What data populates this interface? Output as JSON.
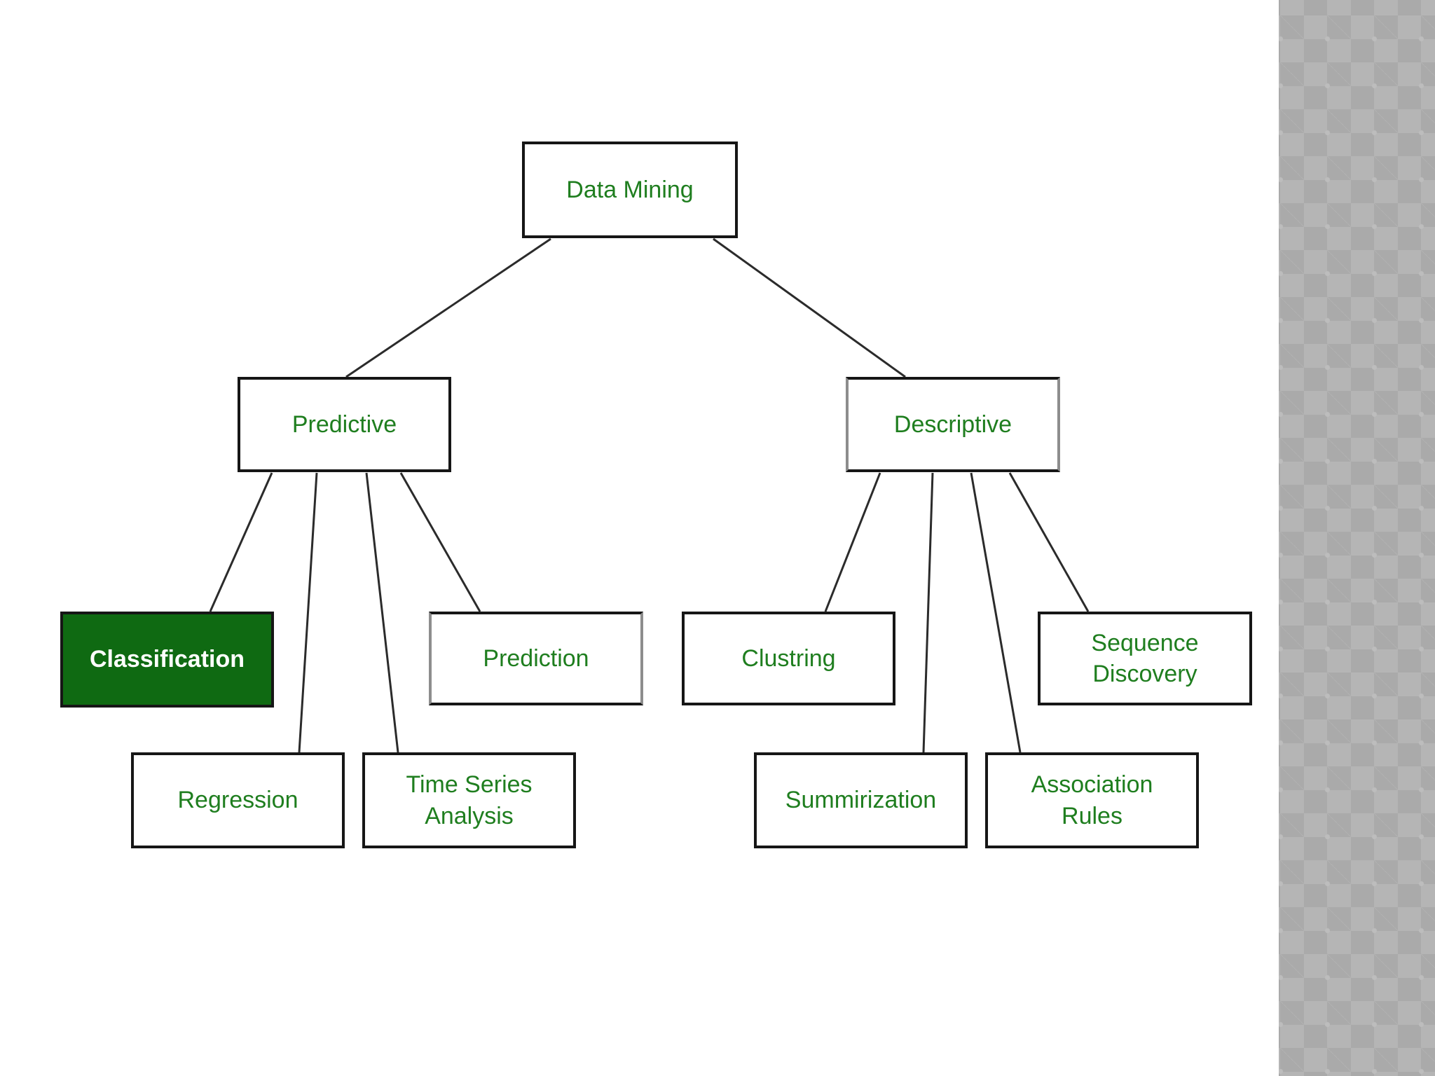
{
  "nodes": {
    "data_mining": {
      "label": "Data Mining"
    },
    "predictive": {
      "label": "Predictive"
    },
    "descriptive": {
      "label": "Descriptive"
    },
    "classification": {
      "label": "Classification",
      "highlighted": true
    },
    "regression": {
      "label": "Regression"
    },
    "time_series_analysis": {
      "label": "Time Series Analysis"
    },
    "prediction": {
      "label": "Prediction"
    },
    "clustring": {
      "label": "Clustring"
    },
    "summirization": {
      "label": "Summirization"
    },
    "association_rules": {
      "label": "Association Rules"
    },
    "sequence_discovery": {
      "label": "Sequence Discovery"
    }
  },
  "edges": [
    {
      "from": "data_mining",
      "to": "predictive"
    },
    {
      "from": "data_mining",
      "to": "descriptive"
    },
    {
      "from": "predictive",
      "to": "classification"
    },
    {
      "from": "predictive",
      "to": "regression"
    },
    {
      "from": "predictive",
      "to": "time_series_analysis"
    },
    {
      "from": "predictive",
      "to": "prediction"
    },
    {
      "from": "descriptive",
      "to": "clustring"
    },
    {
      "from": "descriptive",
      "to": "summirization"
    },
    {
      "from": "descriptive",
      "to": "association_rules"
    },
    {
      "from": "descriptive",
      "to": "sequence_discovery"
    }
  ],
  "colors": {
    "node_text_green": "#1f7e1f",
    "highlight_fill": "#0f6a12",
    "highlight_text": "#ffffff",
    "box_border": "#161616",
    "connector_line": "#2b2b2b",
    "background": "#ffffff",
    "pattern_light_gray": "#b5b5b5",
    "pattern_dark_gray": "#aaaaaa"
  }
}
